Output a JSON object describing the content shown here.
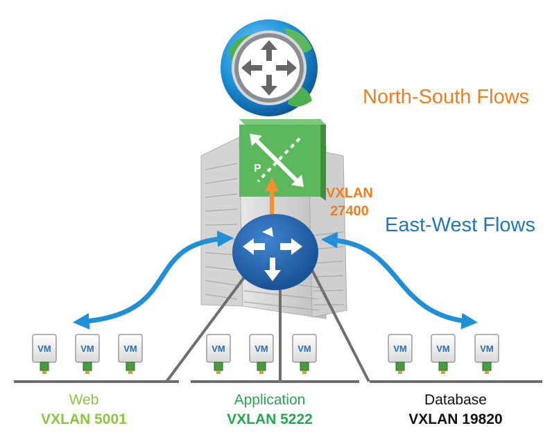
{
  "flows": {
    "north_south": "North-South Flows",
    "east_west": "East-West Flows"
  },
  "transit": {
    "line1": "VXLAN",
    "line2": "27400"
  },
  "vm_label": "VM",
  "router_letter": "P",
  "segments": [
    {
      "name": "Web",
      "vxlan": "VXLAN 5001",
      "color": "#8cc63f"
    },
    {
      "name": "Application",
      "vxlan": "VXLAN 5222",
      "color": "#22a94f"
    },
    {
      "name": "Database",
      "vxlan": "VXLAN 19820",
      "color": "#111111"
    }
  ],
  "colors": {
    "north_south": "#f07d1e",
    "east_west": "#1f77b9",
    "router_blue": "#1e5fa8",
    "edge_green": "#5cb85c",
    "vm_blue": "#2a6fb6",
    "network_line": "#6d6e71"
  },
  "icons": [
    "globe-icon",
    "physical-router-icon",
    "edge-services-gateway-icon",
    "logical-router-icon",
    "server-rack-icon",
    "vm-icon",
    "vnic-icon"
  ]
}
